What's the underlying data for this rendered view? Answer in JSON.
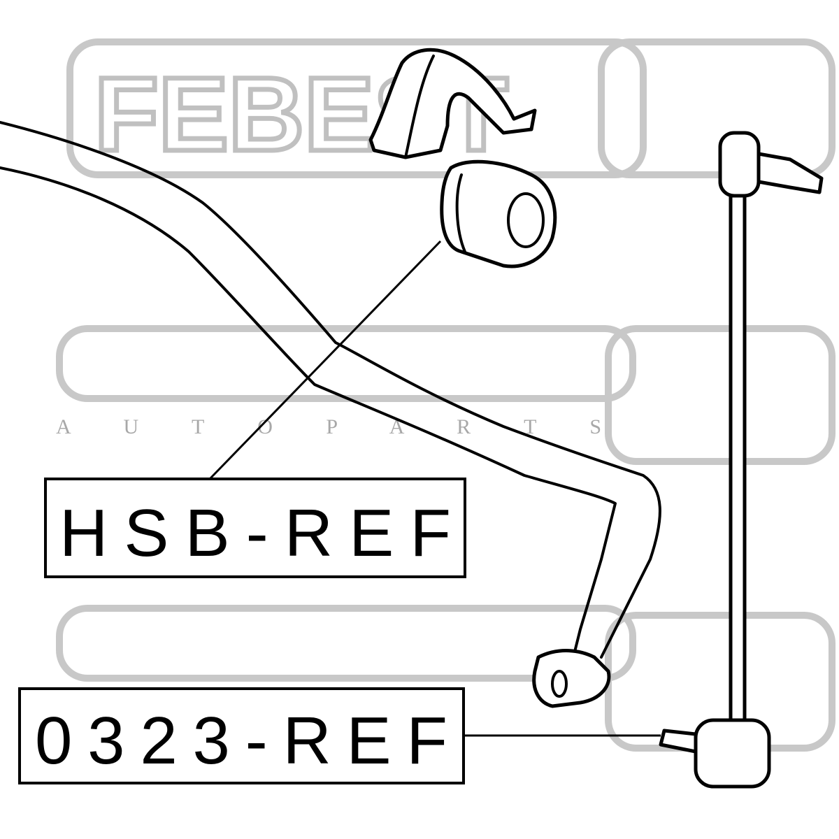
{
  "watermark": {
    "brand": "FEBEST",
    "sub": "A U T O   P A R T S"
  },
  "labels": {
    "bushing": "HSB-REF",
    "link": "0323-REF"
  }
}
